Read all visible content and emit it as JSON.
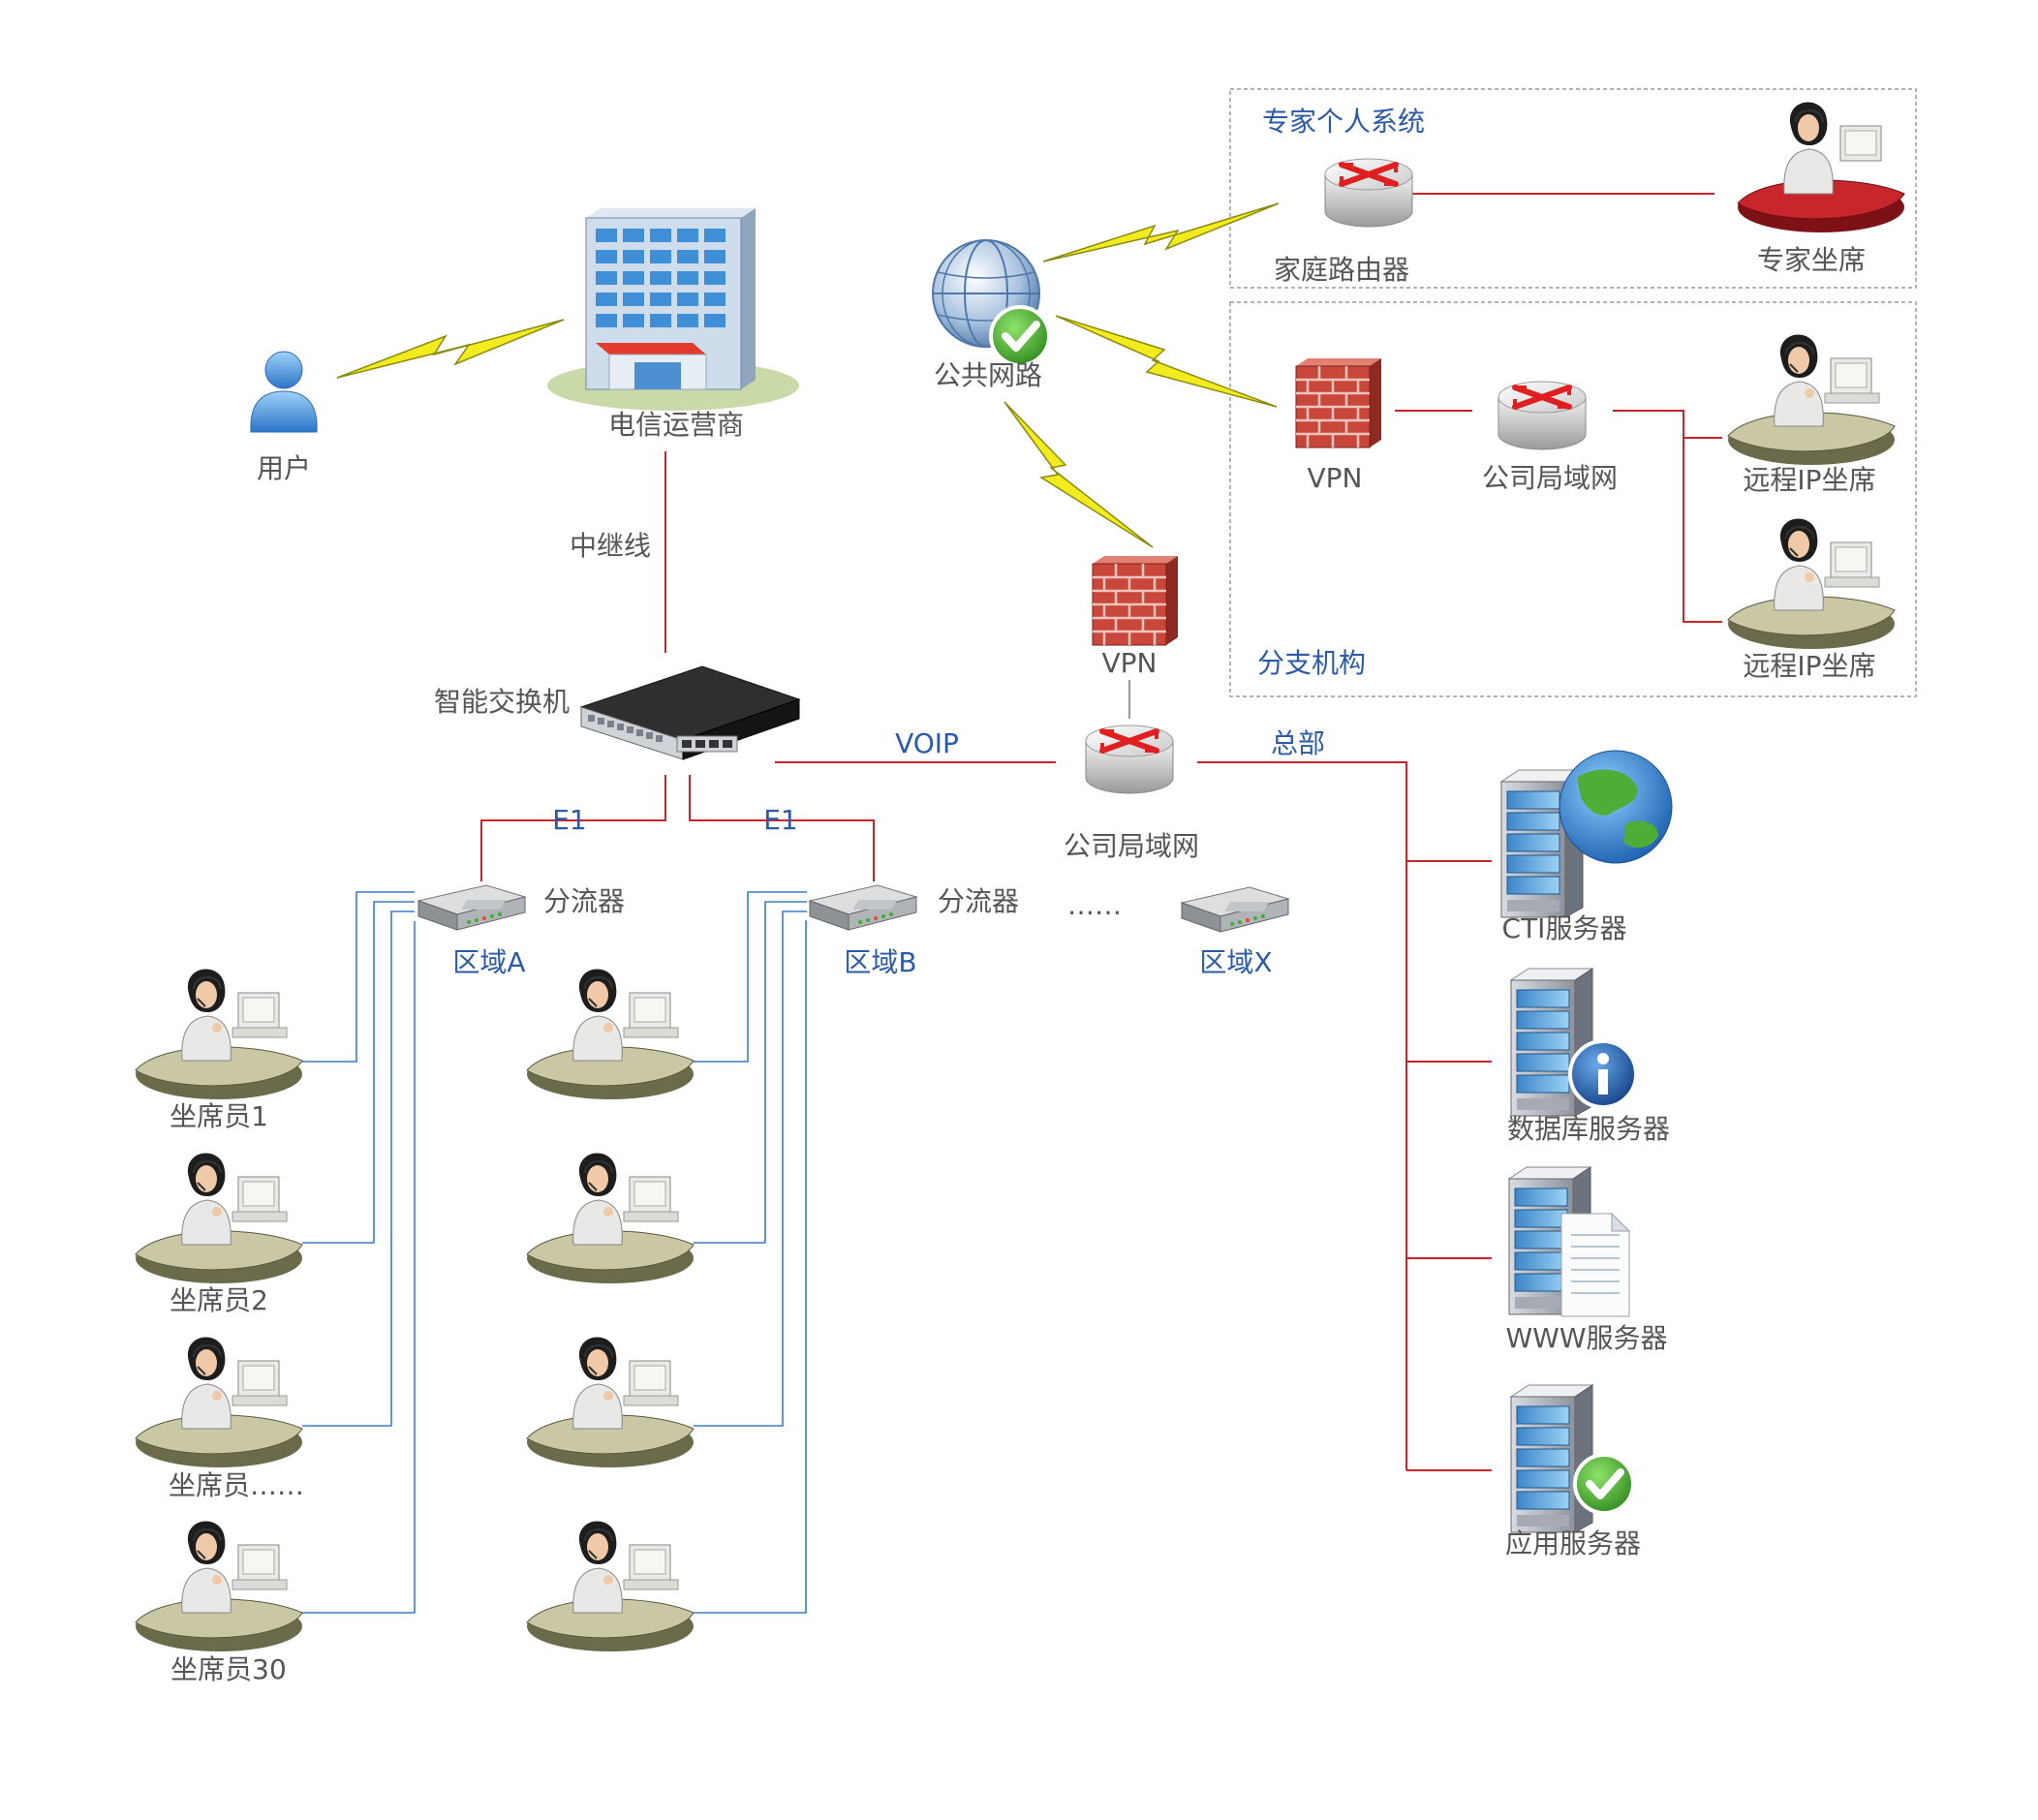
{
  "colors": {
    "red_line": "#c8242b",
    "blue_line": "#3d7cc2",
    "blue_text": "#2a5aa8",
    "gray_text": "#555555"
  },
  "top": {
    "user": "用户",
    "telecom": "电信运营商",
    "trunk": "中继线",
    "public_net": "公共网路",
    "vpn_hq": "VPN",
    "switch": "智能交换机",
    "voip": "VOIP",
    "hq": "总部",
    "hq_lan": "公司局域网"
  },
  "expert": {
    "title": "专家个人系统",
    "router": "家庭路由器",
    "seat": "专家坐席"
  },
  "branch": {
    "title": "分支机构",
    "vpn": "VPN",
    "lan": "公司局域网",
    "remote_seats": [
      "远程IP坐席",
      "远程IP坐席"
    ]
  },
  "links": {
    "e1_left": "E1",
    "e1_right": "E1"
  },
  "splitters": {
    "a_label": "分流器",
    "b_label": "分流器",
    "dots": "……",
    "region_a": "区域A",
    "region_b": "区域B",
    "region_x": "区域X"
  },
  "agents": [
    "坐席员1",
    "坐席员2",
    "坐席员……",
    "坐席员30"
  ],
  "servers": [
    "CTI服务器",
    "数据库服务器",
    "WWW服务器",
    "应用服务器"
  ],
  "icons": [
    "user-icon",
    "building-icon",
    "globe-icon",
    "check-icon",
    "firewall-icon",
    "router-icon",
    "switch-icon",
    "splitter-icon",
    "agent-icon",
    "server-icon",
    "earth-icon",
    "info-icon",
    "document-icon",
    "lightning-icon"
  ]
}
